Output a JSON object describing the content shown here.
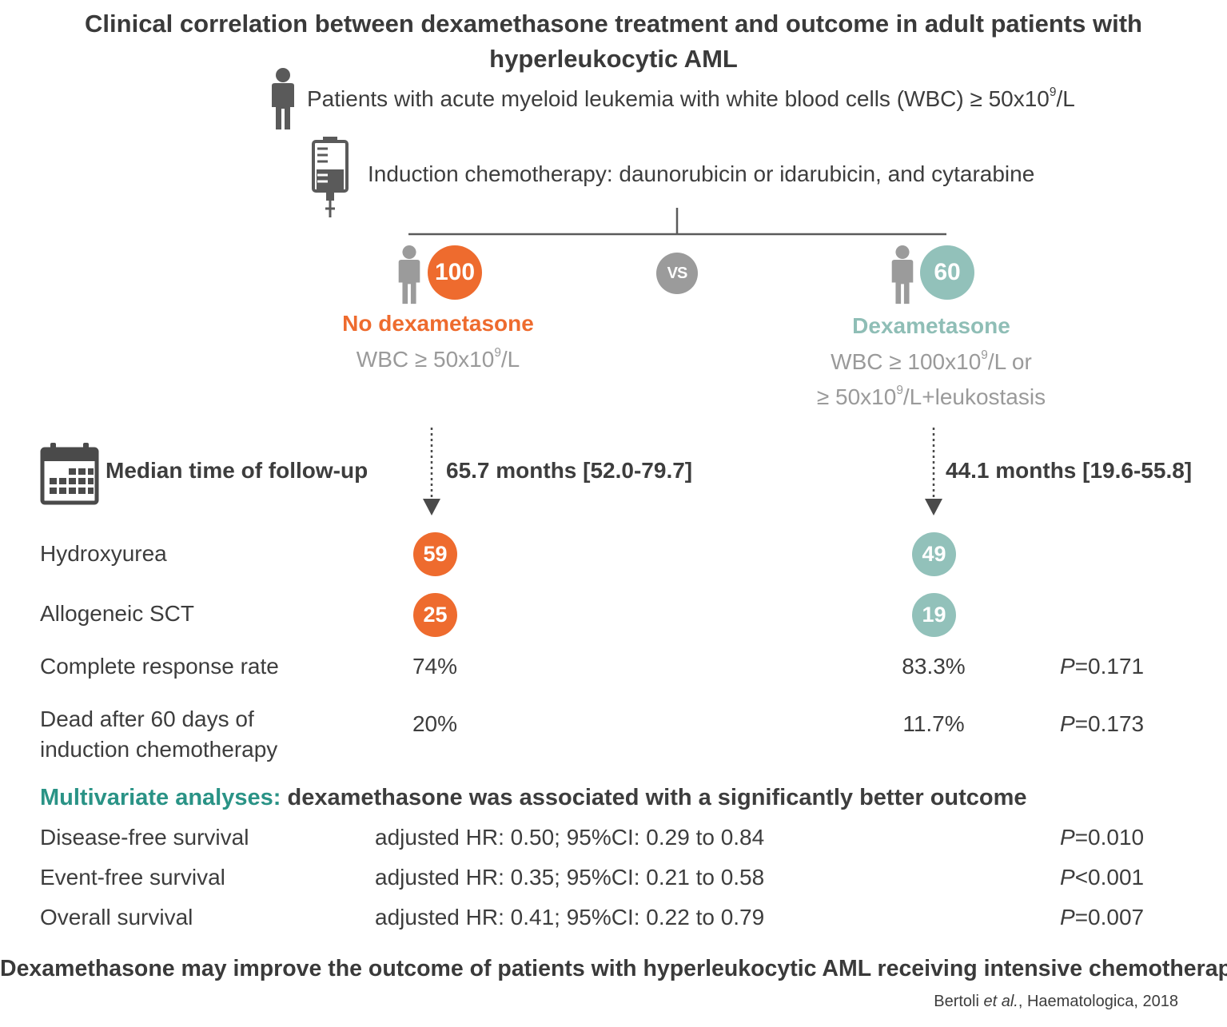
{
  "title": {
    "line1": "Clinical correlation between dexamethasone treatment and outcome in adult patients with",
    "line2": "hyperleukocytic AML"
  },
  "population": {
    "text_pre": "Patients with acute myeloid leukemia with white blood cells (WBC) ≥ 50x10",
    "sup": "9",
    "text_post": "/L",
    "icon": "person-icon"
  },
  "induction": {
    "text": "Induction chemotherapy: daunorubicin or idarubicin, and cytarabine",
    "icon": "iv-bag-icon"
  },
  "vs_label": "VS",
  "groups": {
    "no_dex": {
      "count": "100",
      "name": "No dexametasone",
      "criteria_pre": "WBC ≥ 50x10",
      "criteria_sup": "9",
      "criteria_post": "/L",
      "followup": "65.7 months [52.0-79.7]",
      "hydroxyurea": "59",
      "allo_sct": "25",
      "cr_rate": "74%",
      "dead60": "20%",
      "color": "#ee6b2e"
    },
    "dex": {
      "count": "60",
      "name": "Dexametasone",
      "criteria1_pre": "WBC ≥ 100x10",
      "criteria1_sup": "9",
      "criteria1_post": "/L or",
      "criteria2_pre": "≥ 50x10",
      "criteria2_sup": "9",
      "criteria2_post": "/L+leukostasis",
      "followup": "44.1 months [19.6-55.8]",
      "hydroxyurea": "49",
      "allo_sct": "19",
      "cr_rate": "83.3%",
      "dead60": "11.7%",
      "color": "#92c1ba"
    }
  },
  "followup_label": "Median time of follow-up",
  "rows": {
    "hydroxyurea": "Hydroxyurea",
    "allo_sct": "Allogeneic SCT",
    "cr_rate": "Complete response rate",
    "cr_p_letter": "P",
    "cr_p_value": "=0.171",
    "dead60_line1": "Dead after 60 days of",
    "dead60_line2": "induction chemotherapy",
    "dead60_p_letter": "P",
    "dead60_p_value": "=0.173"
  },
  "multivariate": {
    "heading_colored": "Multivariate analyses:",
    "heading_rest": " dexamethasone was associated with a significantly better outcome",
    "items": [
      {
        "label": "Disease-free survival",
        "hr": "adjusted HR: 0.50; 95%CI: 0.29 to 0.84",
        "p_letter": "P",
        "p_value": "=0.010"
      },
      {
        "label": "Event-free survival",
        "hr": "adjusted HR: 0.35; 95%CI: 0.21 to 0.58",
        "p_letter": "P",
        "p_value": "<0.001"
      },
      {
        "label": "Overall survival",
        "hr": "adjusted HR: 0.41; 95%CI: 0.22 to 0.79",
        "p_letter": "P",
        "p_value": "=0.007"
      }
    ]
  },
  "conclusion": "Dexamethasone may improve the outcome of patients with hyperleukocytic AML receiving intensive chemotherapy",
  "citation": {
    "author": "Bertoli ",
    "etal": "et al.",
    "rest": ", Haematologica, 2018"
  }
}
